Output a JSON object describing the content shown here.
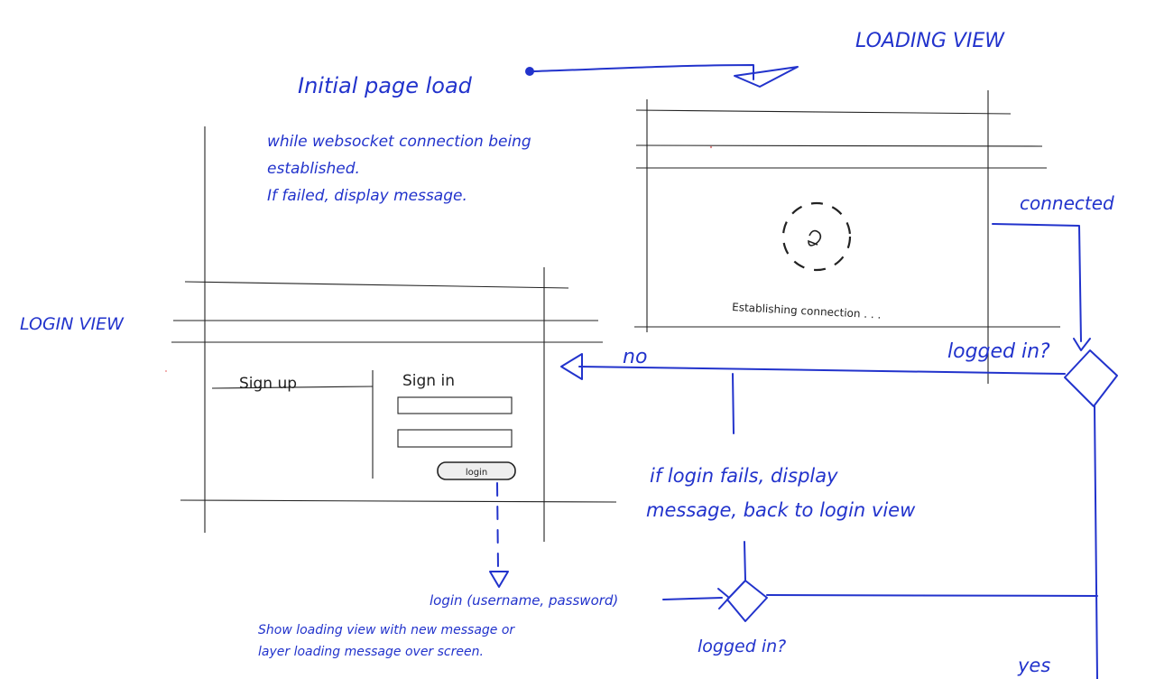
{
  "views": {
    "loading": {
      "title": "LOADING VIEW",
      "status_text": "Establishing connection . . ."
    },
    "login": {
      "title": "LOGIN VIEW",
      "signup_label": "Sign up",
      "signin_label": "Sign in",
      "login_button_label": "login"
    }
  },
  "annotations": {
    "initial_load": "Initial page load",
    "websocket_note": [
      "while websocket connection being",
      "established.",
      "If failed, display message."
    ],
    "connected": "connected",
    "no": "no",
    "yes": "yes",
    "logged_in_top": "logged in?",
    "logged_in_bottom": "logged in?",
    "login_fails": [
      "if login fails, display",
      "message, back to login view"
    ],
    "login_call": "login (username, password)",
    "loading_note": [
      "Show loading view with new message or",
      "layer loading message over screen."
    ]
  },
  "colors": {
    "ink": "#2233cc",
    "wireframe": "#222222"
  }
}
